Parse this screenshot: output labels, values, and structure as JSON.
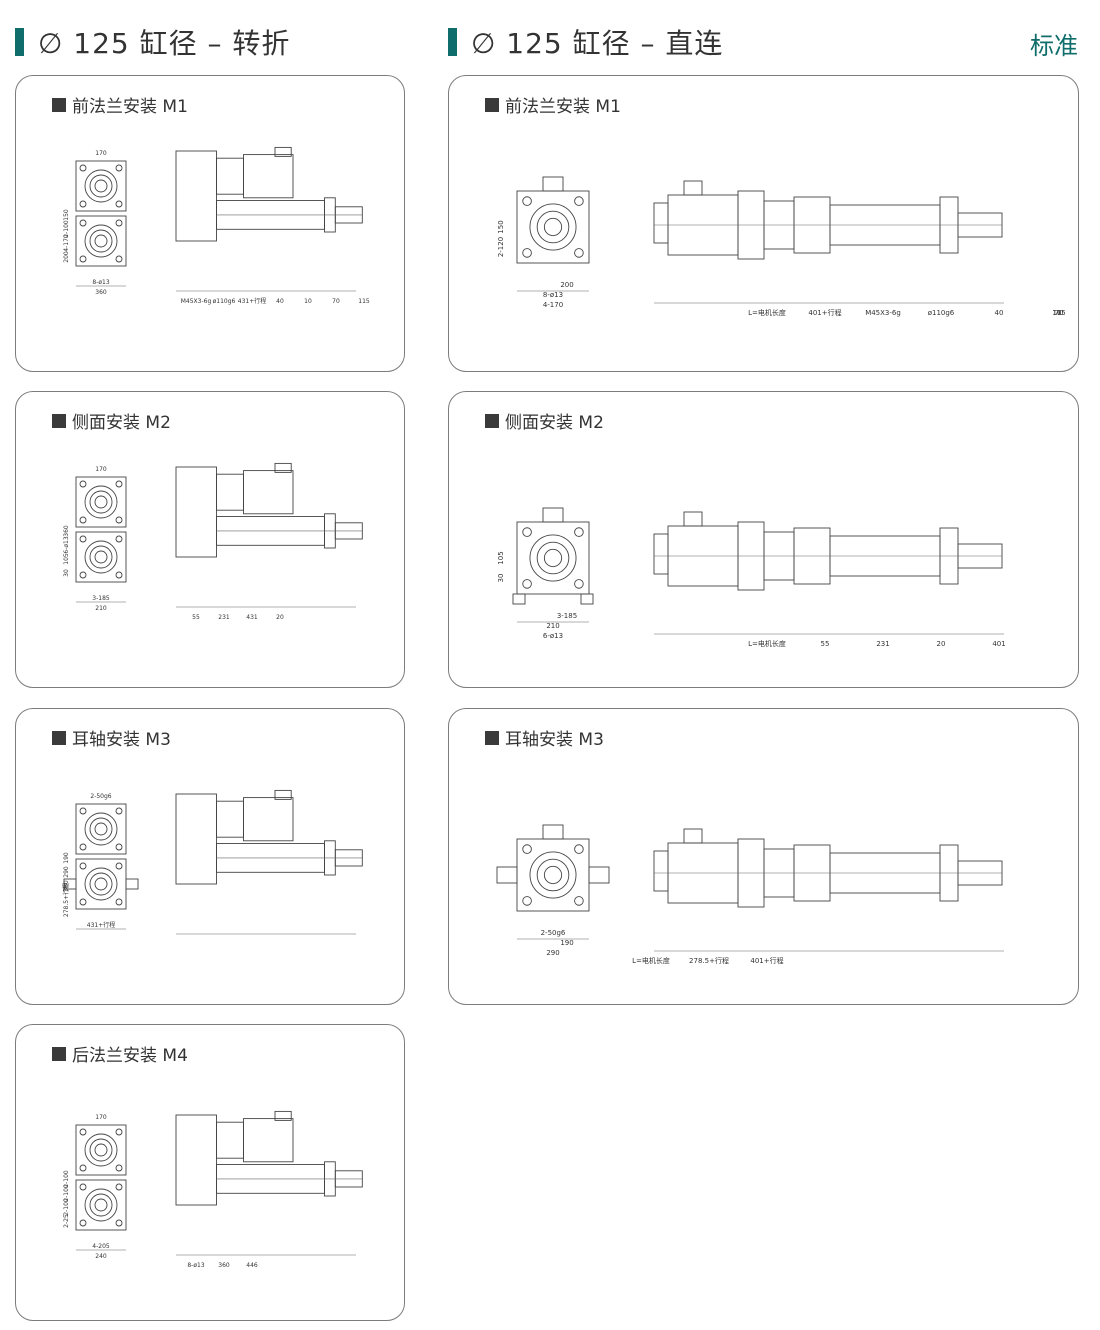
{
  "header": {
    "left_title": "∅ 125 缸径 – 转折",
    "right_title": "∅ 125 缸径 – 直连",
    "badge": "标准"
  },
  "cards": {
    "left": [
      {
        "label": "前法兰安装 M1",
        "dims": [
          "170",
          "150",
          "2-100",
          "4-170",
          "200",
          "8-ø13",
          "360",
          "M45X3-6g",
          "ø110g6",
          "431+行程",
          "40",
          "10",
          "70",
          "115"
        ]
      },
      {
        "label": "侧面安装 M2",
        "dims": [
          "170",
          "360",
          "6-ø13",
          "105",
          "30",
          "3-185",
          "210",
          "55",
          "231",
          "431",
          "20"
        ]
      },
      {
        "label": "耳轴安装 M3",
        "dims": [
          "2-50g6",
          "190",
          "290",
          "360",
          "278.5+行程",
          "431+行程"
        ]
      },
      {
        "label": "后法兰安装 M4",
        "dims": [
          "170",
          "2-100",
          "2-100",
          "2-100",
          "2-25",
          "4-205",
          "240",
          "8-ø13",
          "360",
          "446"
        ]
      }
    ],
    "right": [
      {
        "label": "前法兰安装 M1",
        "dims": [
          "150",
          "2-120",
          "4-170",
          "200",
          "8-ø13",
          "L=电机长度",
          "401+行程",
          "M45X3-6g",
          "ø110g6",
          "40",
          "10",
          "70",
          "115"
        ]
      },
      {
        "label": "侧面安装 M2",
        "dims": [
          "105",
          "30",
          "6-ø13",
          "3-185",
          "210",
          "L=电机长度",
          "55",
          "231",
          "20",
          "401"
        ]
      },
      {
        "label": "耳轴安装 M3",
        "dims": [
          "2-50g6",
          "190",
          "290",
          "L=电机长度",
          "278.5+行程",
          "401+行程"
        ]
      }
    ]
  }
}
